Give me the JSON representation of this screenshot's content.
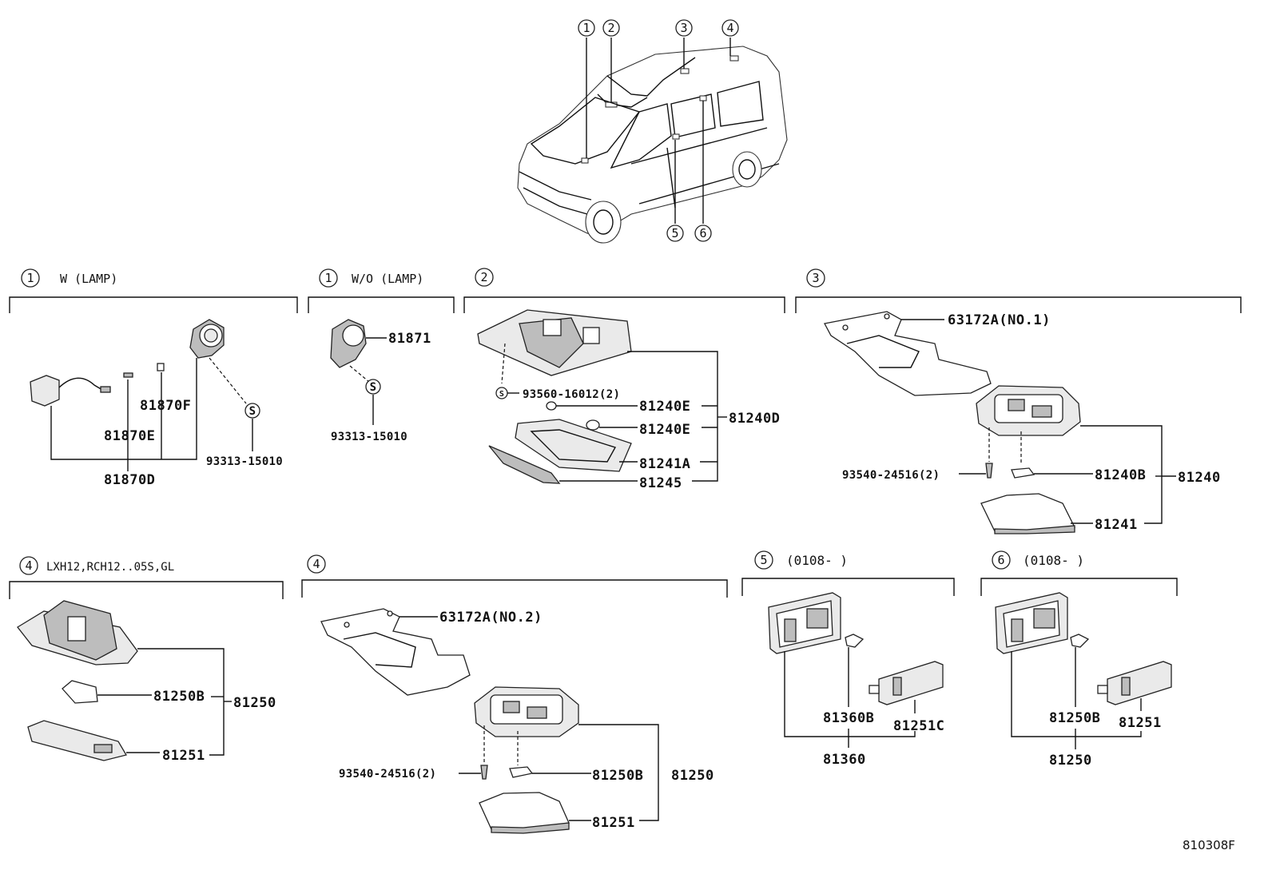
{
  "locator": {
    "callouts": [
      "1",
      "2",
      "3",
      "4",
      "5",
      "6"
    ]
  },
  "sections": {
    "s1a": {
      "num": "1",
      "title": "W (LAMP)"
    },
    "s1b": {
      "num": "1",
      "title": "W/O (LAMP)"
    },
    "s2": {
      "num": "2",
      "title": ""
    },
    "s3": {
      "num": "3",
      "title": ""
    },
    "s4a": {
      "num": "4",
      "title": "LXH12,RCH12..05S,GL"
    },
    "s4b": {
      "num": "4",
      "title": ""
    },
    "s5": {
      "num": "5",
      "title": "(0108-      )"
    },
    "s6": {
      "num": "6",
      "title": "(0108-      )"
    }
  },
  "parts": {
    "s1a": [
      "81870F",
      "81870E",
      "81870D",
      "93313-15010"
    ],
    "s1b": [
      "81871",
      "93313-15010"
    ],
    "s2": [
      "93560-16012(2)",
      "81240E",
      "81240E",
      "81240D",
      "81241A",
      "81245"
    ],
    "s3": [
      "63172A(NO.1)",
      "93540-24516(2)",
      "81240B",
      "81240",
      "81241"
    ],
    "s4a": [
      "81250B",
      "81250",
      "81251"
    ],
    "s4b": [
      "63172A(NO.2)",
      "93540-24516(2)",
      "81250B",
      "81250",
      "81251"
    ],
    "s5": [
      "81360B",
      "81251C",
      "81360"
    ],
    "s6": [
      "81250B",
      "81251",
      "81250"
    ]
  },
  "screw_symbol": "S",
  "figure_code": "810308F"
}
